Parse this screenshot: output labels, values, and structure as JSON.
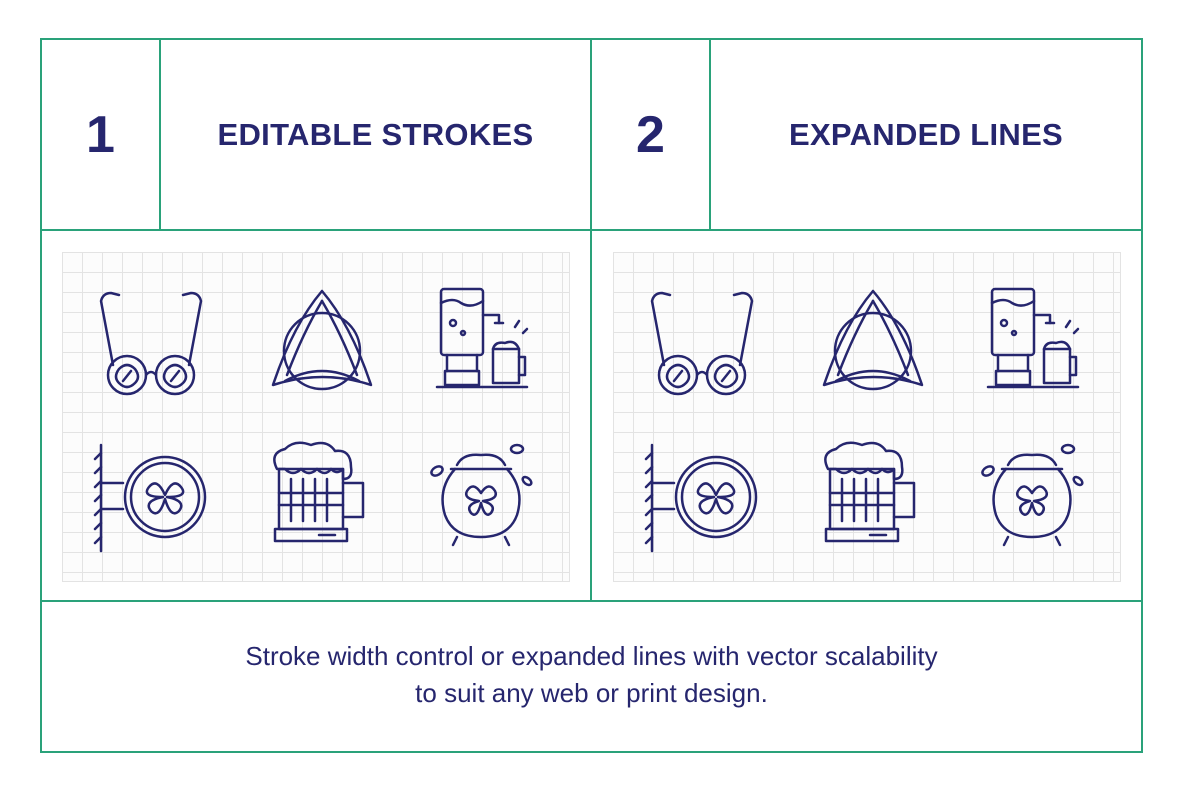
{
  "colors": {
    "border": "#2aa27a",
    "ink": "#26266e",
    "grid": "#e3e3e3"
  },
  "sections": [
    {
      "number": "1",
      "heading": "EDITABLE STROKES"
    },
    {
      "number": "2",
      "heading": "EXPANDED LINES"
    }
  ],
  "icons": [
    "shamrock-glasses-icon",
    "celtic-knot-icon",
    "beer-tap-icon",
    "shamrock-sign-icon",
    "beer-mug-icon",
    "pot-of-gold-icon"
  ],
  "caption": {
    "line1": "Stroke width control or expanded lines with vector scalability",
    "line2": "to suit any web or print design."
  }
}
